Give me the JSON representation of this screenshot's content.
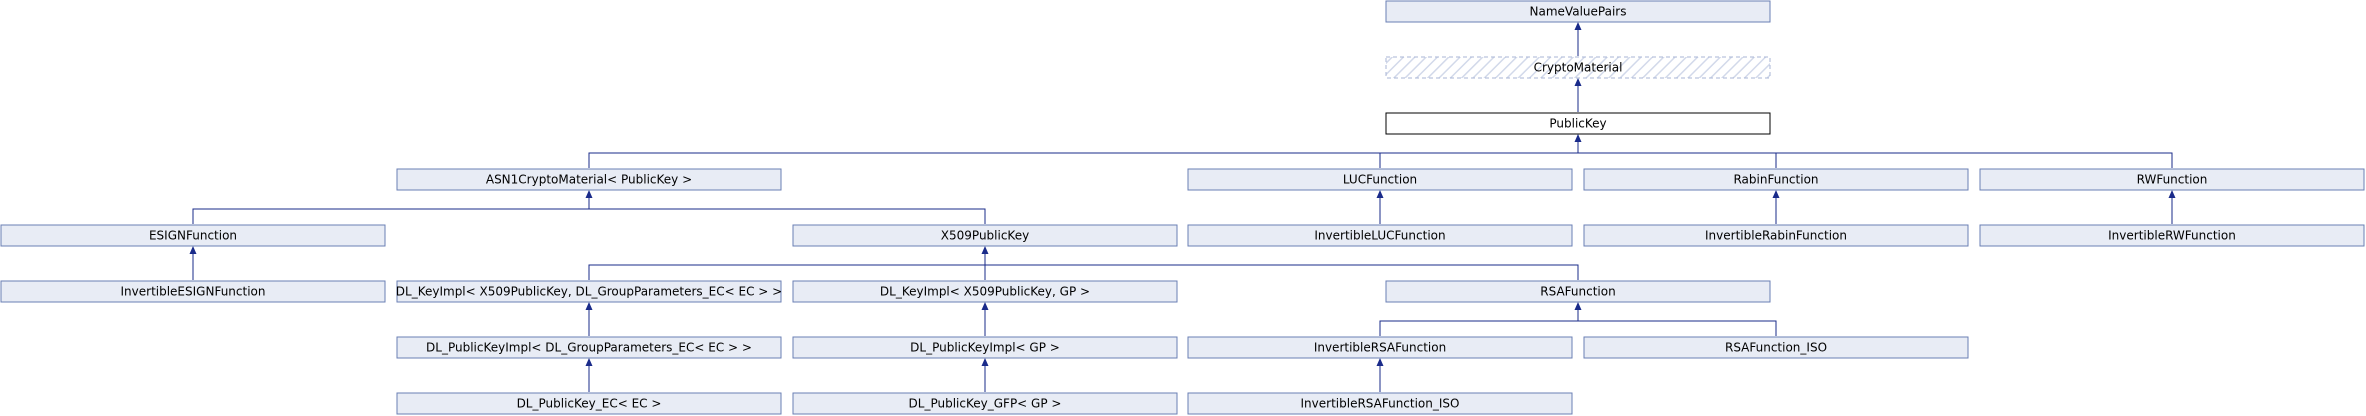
{
  "diagram": {
    "type": "class-inheritance-graph",
    "colors": {
      "node_fill": "#e8ecf5",
      "node_border": "#6a7fb4",
      "current_border": "#000000",
      "edge": "#1a2b8a"
    },
    "nodes": [
      {
        "id": "namevaluepairs",
        "label": "NameValuePairs"
      },
      {
        "id": "cryptomaterial",
        "label": "CryptoMaterial"
      },
      {
        "id": "publickey",
        "label": "PublicKey"
      },
      {
        "id": "asn1cryptomaterial",
        "label": "ASN1CryptoMaterial< PublicKey >"
      },
      {
        "id": "lucfunction",
        "label": "LUCFunction"
      },
      {
        "id": "rabinfunction",
        "label": "RabinFunction"
      },
      {
        "id": "rwfunction",
        "label": "RWFunction"
      },
      {
        "id": "esignfunction",
        "label": "ESIGNFunction"
      },
      {
        "id": "x509publickey",
        "label": "X509PublicKey"
      },
      {
        "id": "invertibleluc",
        "label": "InvertibleLUCFunction"
      },
      {
        "id": "invertiblerabin",
        "label": "InvertibleRabinFunction"
      },
      {
        "id": "invertiblerw",
        "label": "InvertibleRWFunction"
      },
      {
        "id": "invertibleesign",
        "label": "InvertibleESIGNFunction"
      },
      {
        "id": "dlkeyimplec",
        "label": "DL_KeyImpl< X509PublicKey, DL_GroupParameters_EC< EC > >"
      },
      {
        "id": "dlkeyimplgp",
        "label": "DL_KeyImpl< X509PublicKey, GP >"
      },
      {
        "id": "rsafunction",
        "label": "RSAFunction"
      },
      {
        "id": "dlpubimplec",
        "label": "DL_PublicKeyImpl< DL_GroupParameters_EC< EC > >"
      },
      {
        "id": "dlpubimplgp",
        "label": "DL_PublicKeyImpl< GP >"
      },
      {
        "id": "invertiblersa",
        "label": "InvertibleRSAFunction"
      },
      {
        "id": "rsafunctioniso",
        "label": "RSAFunction_ISO"
      },
      {
        "id": "dlpubec",
        "label": "DL_PublicKey_EC< EC >"
      },
      {
        "id": "dlpubgfp",
        "label": "DL_PublicKey_GFP< GP >"
      },
      {
        "id": "invertiblersaiso",
        "label": "InvertibleRSAFunction_ISO"
      }
    ]
  }
}
